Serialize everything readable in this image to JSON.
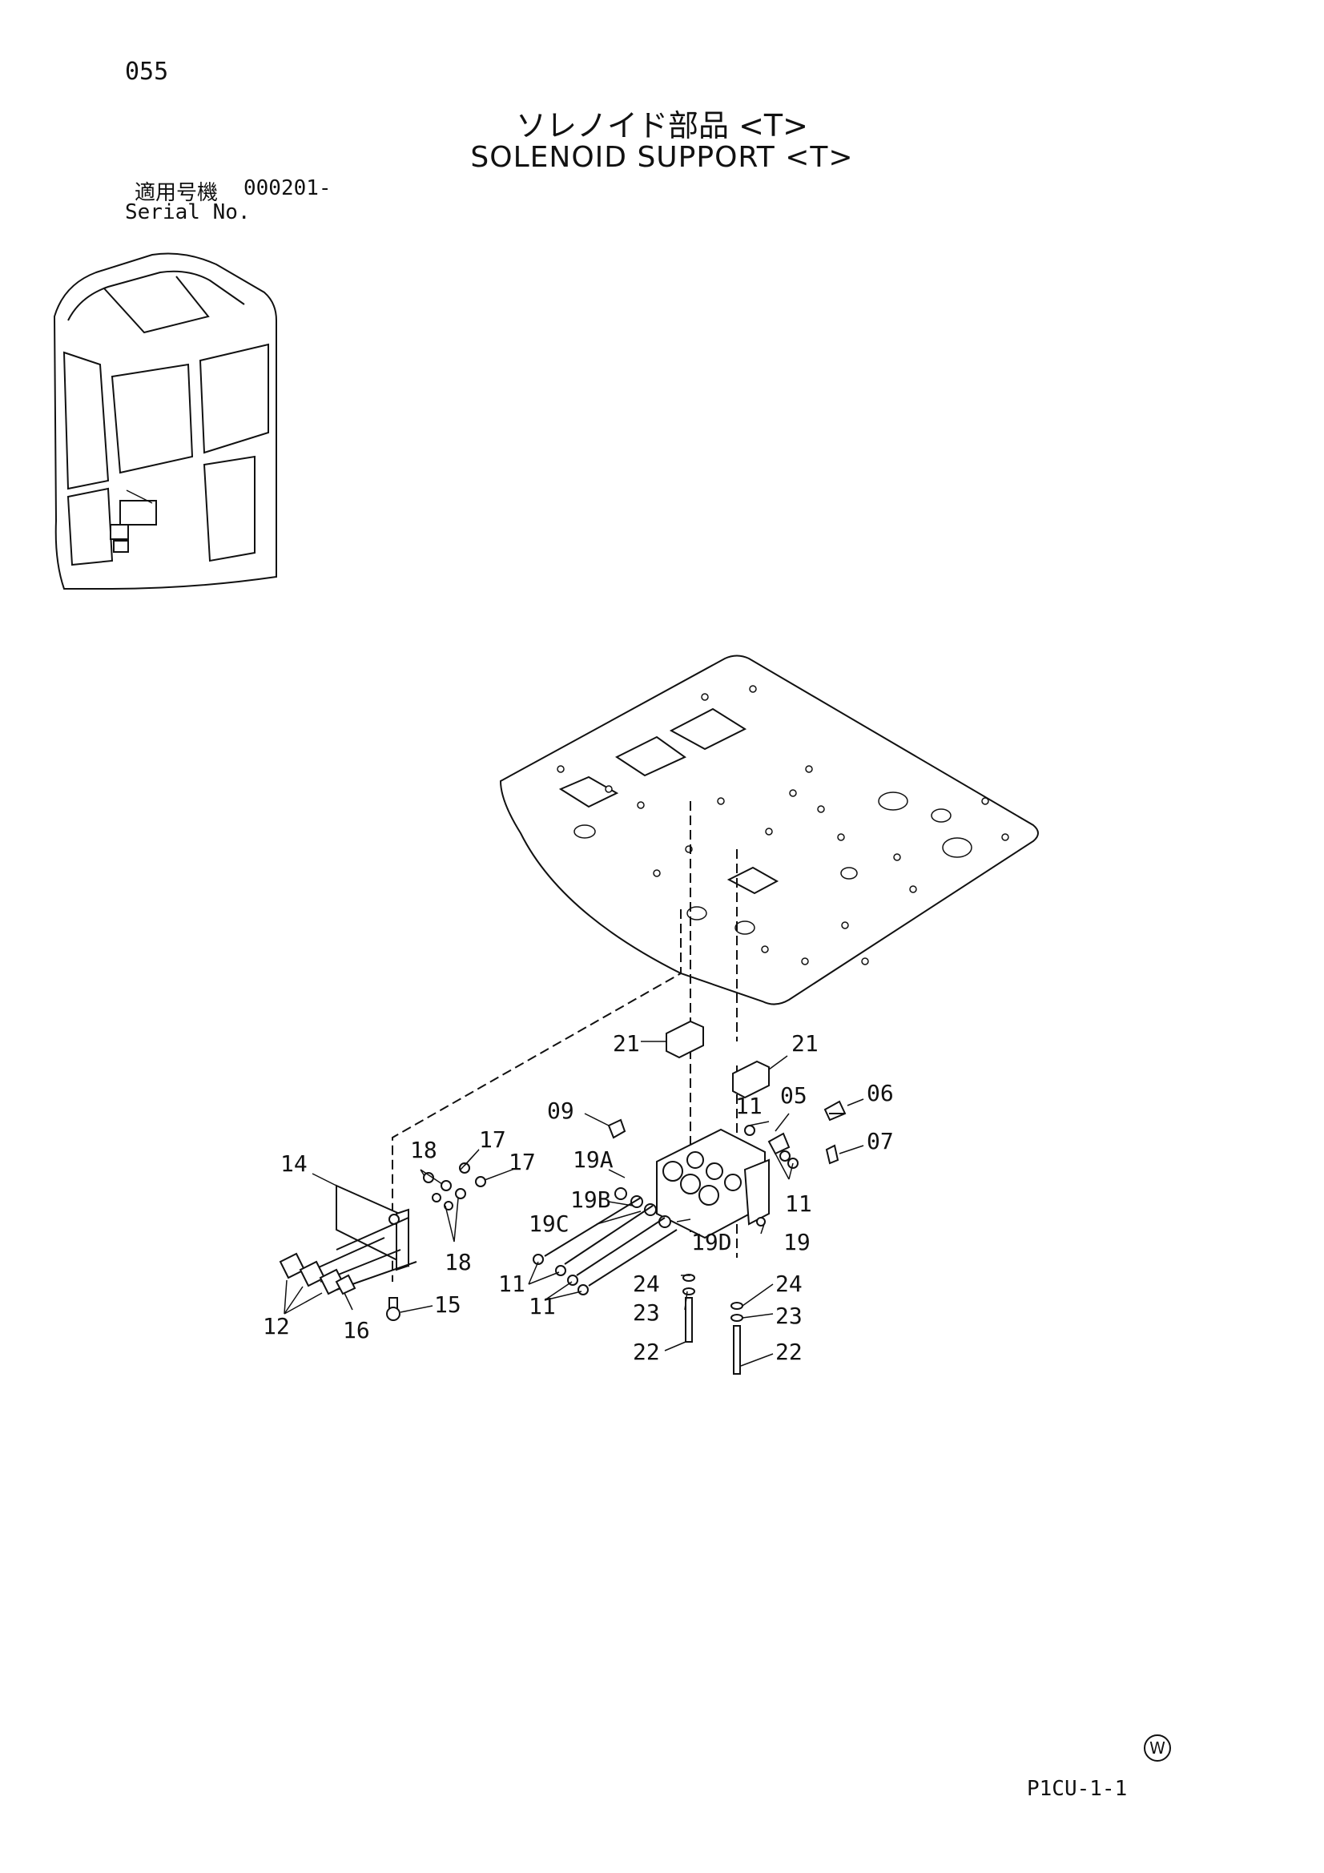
{
  "page_number": "055",
  "title": {
    "japanese": "ソレノイド部品 <T>",
    "english": "SOLENOID SUPPORT <T>"
  },
  "serial": {
    "label_japanese": "適用号機",
    "value": "000201-",
    "label_english": "Serial No."
  },
  "callouts": {
    "c05": "05",
    "c06": "06",
    "c07": "07",
    "c09": "09",
    "c11a": "11",
    "c11b": "11",
    "c11c": "11",
    "c11d": "11",
    "c12": "12",
    "c14": "14",
    "c15": "15",
    "c16": "16",
    "c17a": "17",
    "c17b": "17",
    "c18a": "18",
    "c18b": "18",
    "c19": "19",
    "c19a": "19A",
    "c19b": "19B",
    "c19c": "19C",
    "c19d": "19D",
    "c21a": "21",
    "c21b": "21",
    "c22a": "22",
    "c22b": "22",
    "c23a": "23",
    "c23b": "23",
    "c24a": "24",
    "c24b": "24"
  },
  "footer": {
    "mark": "W",
    "page_code": "P1CU-1-1"
  }
}
